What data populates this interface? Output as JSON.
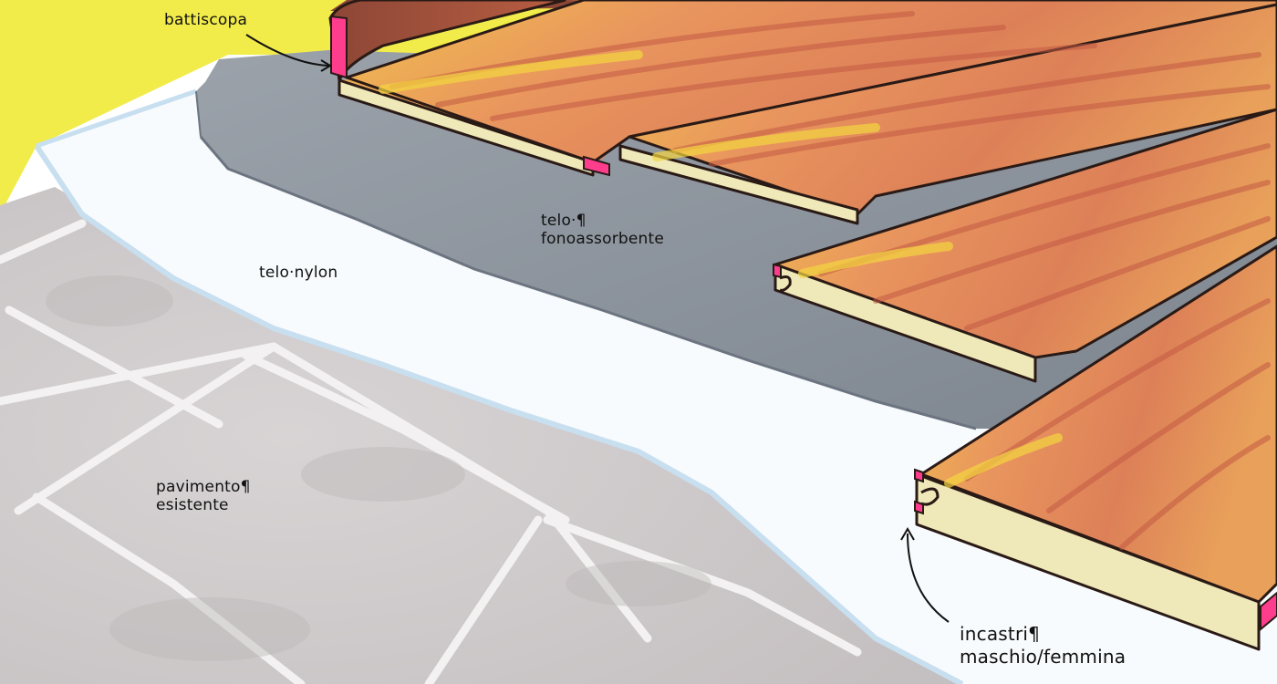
{
  "labels": {
    "battiscopa": "battiscopa",
    "telo_fonoassorbente": "telo·¶\nfonoassorbente",
    "telo_nylon": "telo·nylon",
    "pavimento_esistente": "pavimento¶\nesistente",
    "incastri": "incastri¶\nmaschio/femmina"
  },
  "colors": {
    "wall": "#f2ec4a",
    "tile": "#cfcbcc",
    "tile_grout": "#f4f2f2",
    "nylon": "#f8fbfd",
    "acoustic_layer": "#8d959e",
    "wood_top": "#e79a5a",
    "wood_grain": "#c35a44",
    "wood_yellow": "#f3d640",
    "board_edge": "#efe8b8",
    "joint_pink": "#ff3d8d",
    "outline": "#2a1a16"
  }
}
